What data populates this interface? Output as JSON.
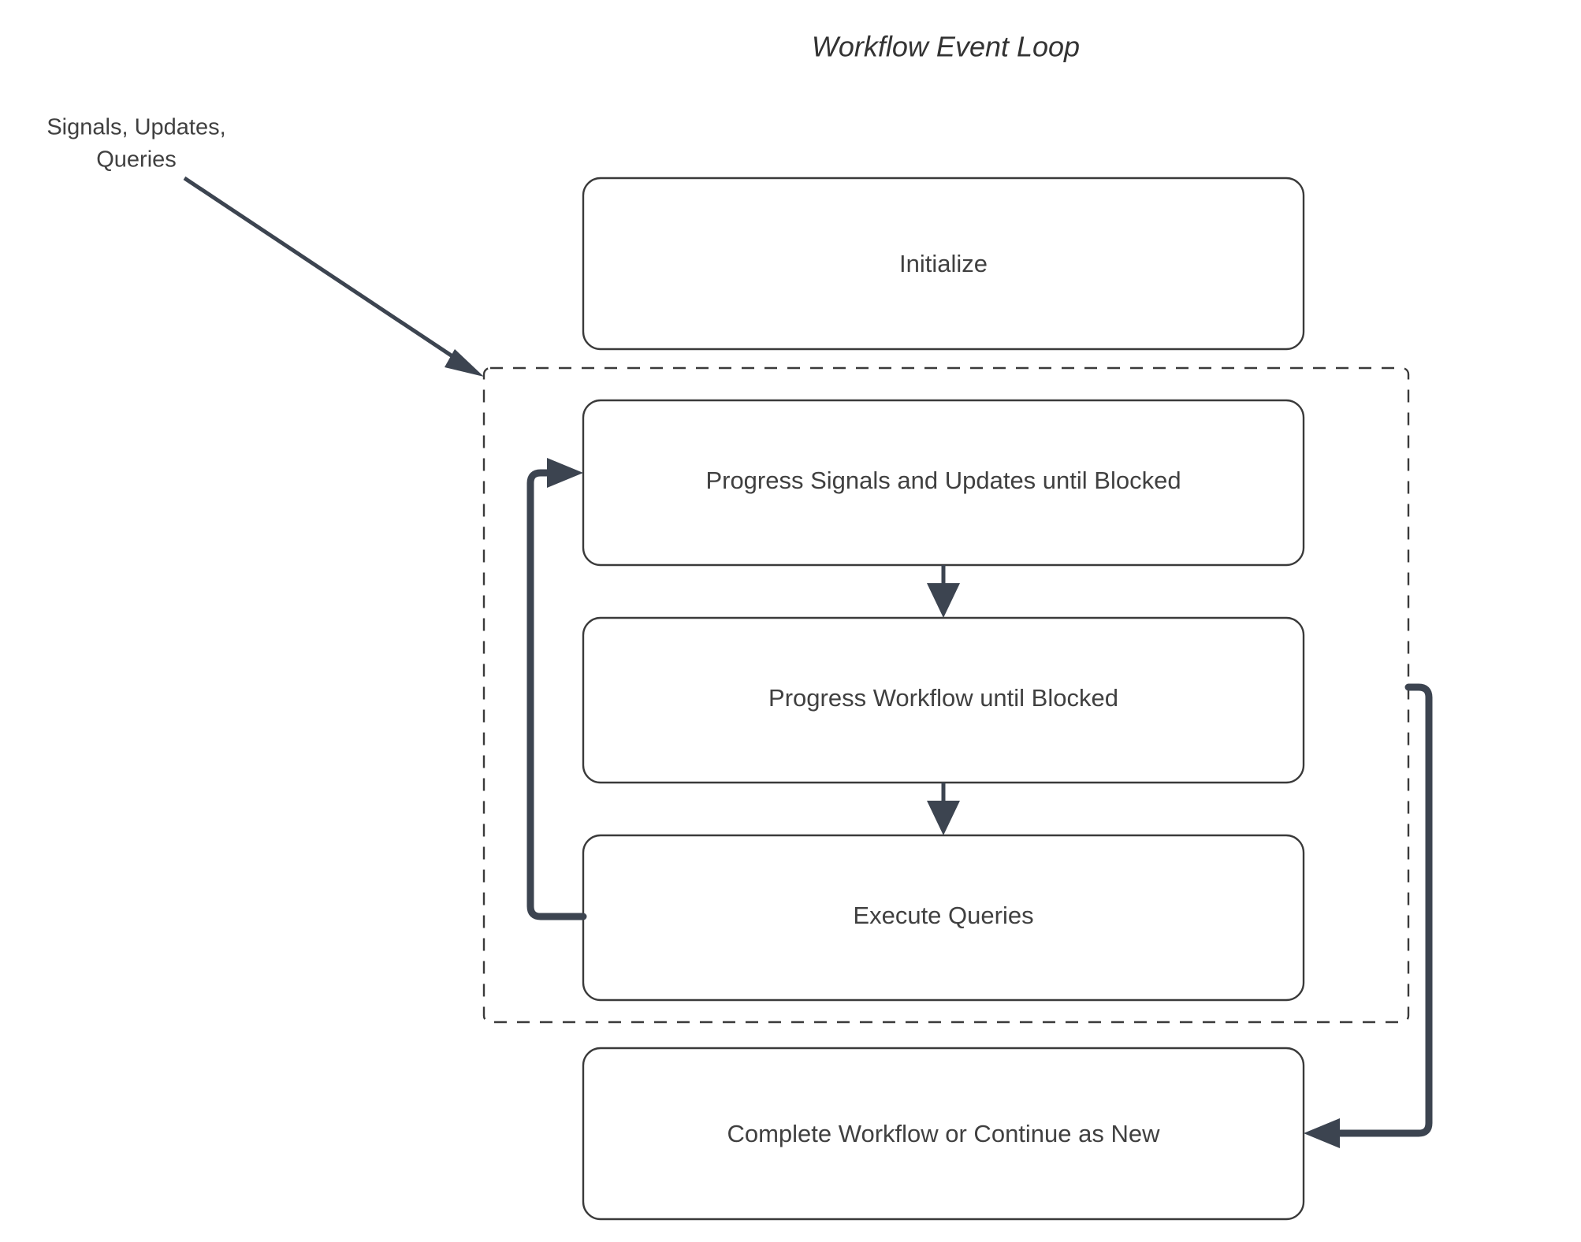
{
  "diagram": {
    "title": "Workflow Event Loop",
    "type": "flowchart",
    "background_color": "#ffffff",
    "node_border_color": "#3a3a3a",
    "node_fill_color": "#ffffff",
    "edge_color": "#3c4450",
    "text_color": "#404040",
    "external_label": {
      "line1": "Signals, Updates,",
      "line2": "Queries"
    },
    "nodes": [
      {
        "id": "initialize",
        "label": "Initialize"
      },
      {
        "id": "progress-signals",
        "label": "Progress Signals and Updates until Blocked"
      },
      {
        "id": "progress-workflow",
        "label": "Progress Workflow until Blocked"
      },
      {
        "id": "execute-queries",
        "label": "Execute Queries"
      },
      {
        "id": "complete-workflow",
        "label": "Complete Workflow or Continue as New"
      }
    ],
    "group": {
      "id": "event-loop-group",
      "style": "dashed",
      "label": ""
    },
    "edges": [
      {
        "from": "external-input",
        "to": "event-loop-group",
        "style": "solid-diagonal"
      },
      {
        "from": "progress-signals",
        "to": "progress-workflow",
        "style": "solid-vertical"
      },
      {
        "from": "progress-workflow",
        "to": "execute-queries",
        "style": "solid-vertical"
      },
      {
        "from": "execute-queries",
        "to": "progress-signals",
        "style": "loop-back-left"
      },
      {
        "from": "event-loop-group",
        "to": "complete-workflow",
        "style": "loop-right"
      }
    ]
  }
}
